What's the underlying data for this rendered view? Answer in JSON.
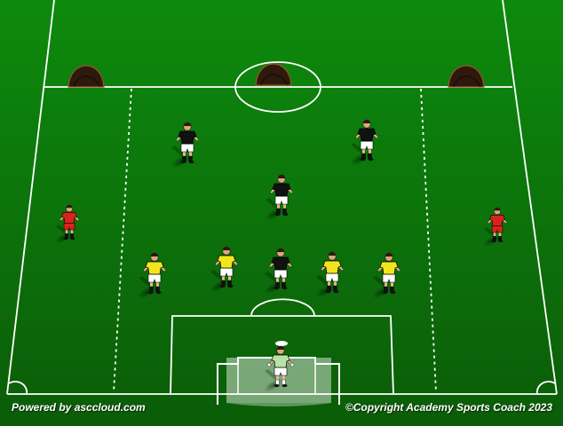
{
  "colors": {
    "pitch_top": "#0d8a0d",
    "pitch_bottom": "#0b5c08",
    "lines": "#ffffff",
    "team_defence_shirt": "#111111",
    "team_attack_shirt": "#f2e51c",
    "neutral_shirt": "#d8231d",
    "goalkeeper_shirt": "#b9e3a6",
    "shorts_light": "#ffffff",
    "mannequin": "#2d1a0c"
  },
  "footer": {
    "powered_by": "Powered by asccloud.com",
    "copyright": "©Copyright Academy Sports Coach 2023"
  },
  "players": [
    {
      "name": "defender-left",
      "team": "defence"
    },
    {
      "name": "defender-right",
      "team": "defence"
    },
    {
      "name": "defender-center",
      "team": "defence"
    },
    {
      "name": "defender-front",
      "team": "defence"
    },
    {
      "name": "attacker-1",
      "team": "attack"
    },
    {
      "name": "attacker-2",
      "team": "attack"
    },
    {
      "name": "attacker-3",
      "team": "attack"
    },
    {
      "name": "attacker-4",
      "team": "attack"
    },
    {
      "name": "neutral-left",
      "team": "neutral"
    },
    {
      "name": "neutral-right",
      "team": "neutral"
    },
    {
      "name": "goalkeeper",
      "team": "goalkeeper"
    }
  ],
  "mini_goals": 3
}
